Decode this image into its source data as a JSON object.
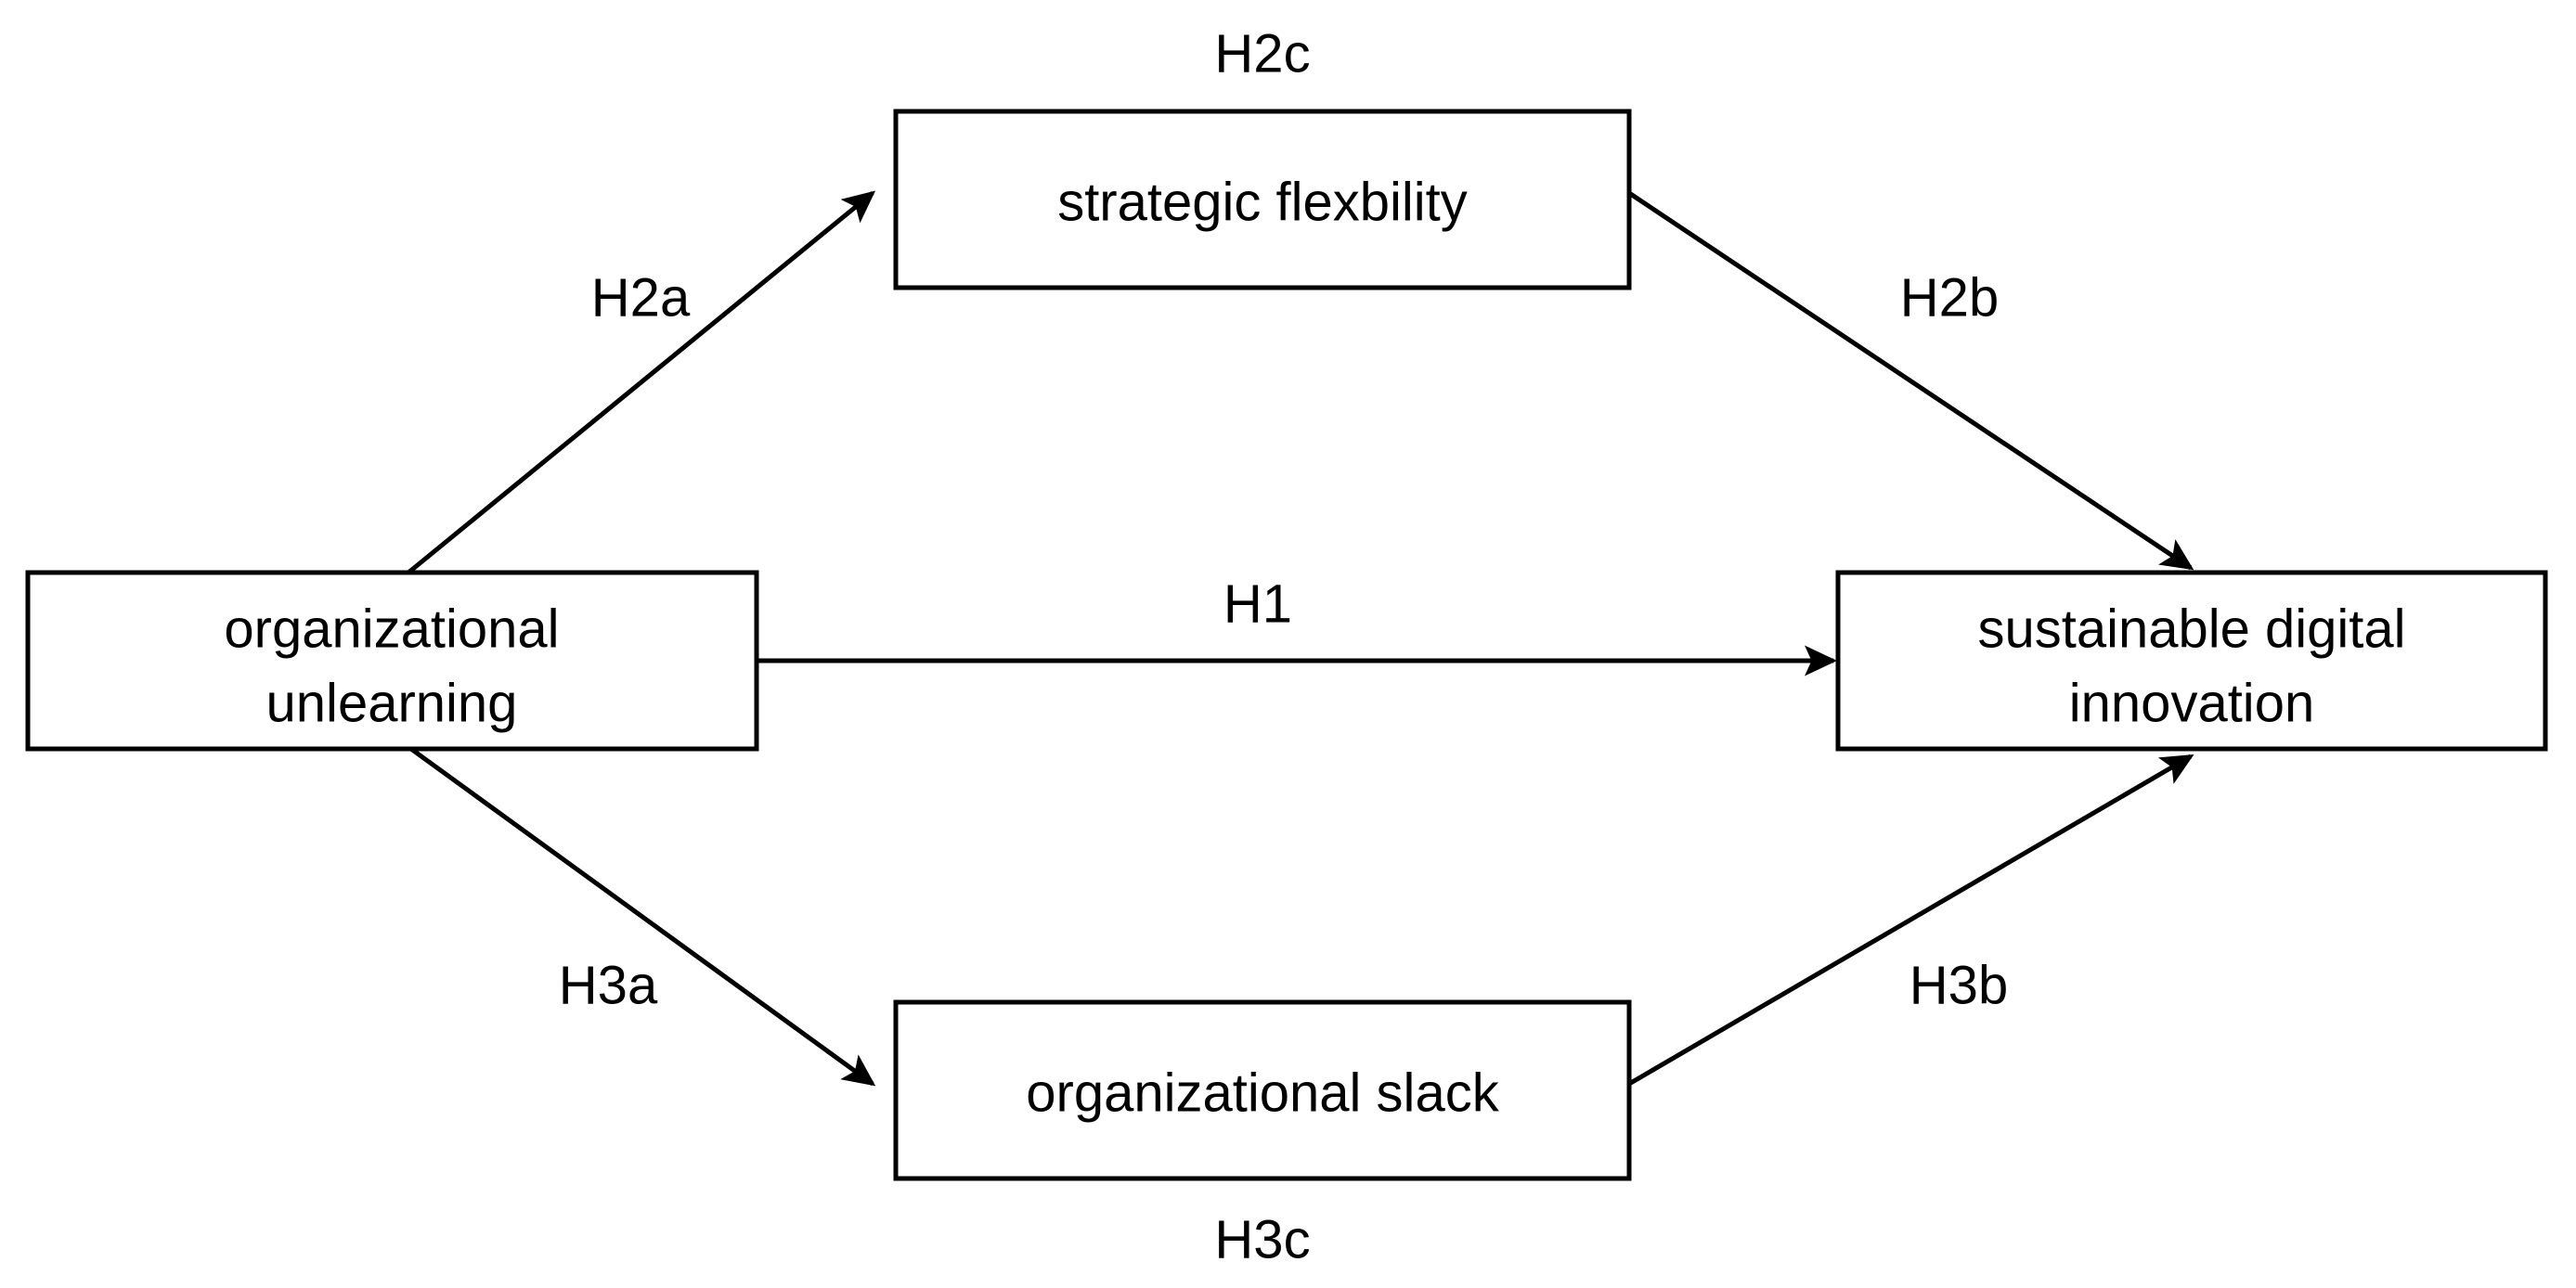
{
  "diagram": {
    "type": "conceptual-research-model",
    "background_color": "#ffffff",
    "line_color": "#000000",
    "box_fill": "#ffffff",
    "nodes": [
      {
        "id": "organizational-unlearning",
        "label_line1": "organizational",
        "label_line2": "unlearning",
        "role": "independent-variable"
      },
      {
        "id": "strategic-flexibility",
        "label_line1": "strategic flexbility",
        "label_line2": "",
        "role": "mediator"
      },
      {
        "id": "organizational-slack",
        "label_line1": "organizational slack",
        "label_line2": "",
        "role": "mediator"
      },
      {
        "id": "sustainable-digital-innovation",
        "label_line1": "sustainable digital",
        "label_line2": "innovation",
        "role": "dependent-variable"
      }
    ],
    "edges": [
      {
        "id": "h2a",
        "label": "H2a",
        "from": "organizational-unlearning",
        "to": "strategic-flexibility"
      },
      {
        "id": "h2b",
        "label": "H2b",
        "from": "strategic-flexibility",
        "to": "sustainable-digital-innovation"
      },
      {
        "id": "h2c",
        "label": "H2c",
        "from": "organizational-unlearning",
        "to": "sustainable-digital-innovation"
      },
      {
        "id": "h1",
        "label": "H1",
        "from": "organizational-unlearning",
        "to": "sustainable-digital-innovation"
      },
      {
        "id": "h3a",
        "label": "H3a",
        "from": "organizational-unlearning",
        "to": "organizational-slack"
      },
      {
        "id": "h3b",
        "label": "H3b",
        "from": "organizational-slack",
        "to": "sustainable-digital-innovation"
      },
      {
        "id": "h3c",
        "label": "H3c",
        "from": "organizational-unlearning",
        "to": "sustainable-digital-innovation"
      }
    ]
  }
}
